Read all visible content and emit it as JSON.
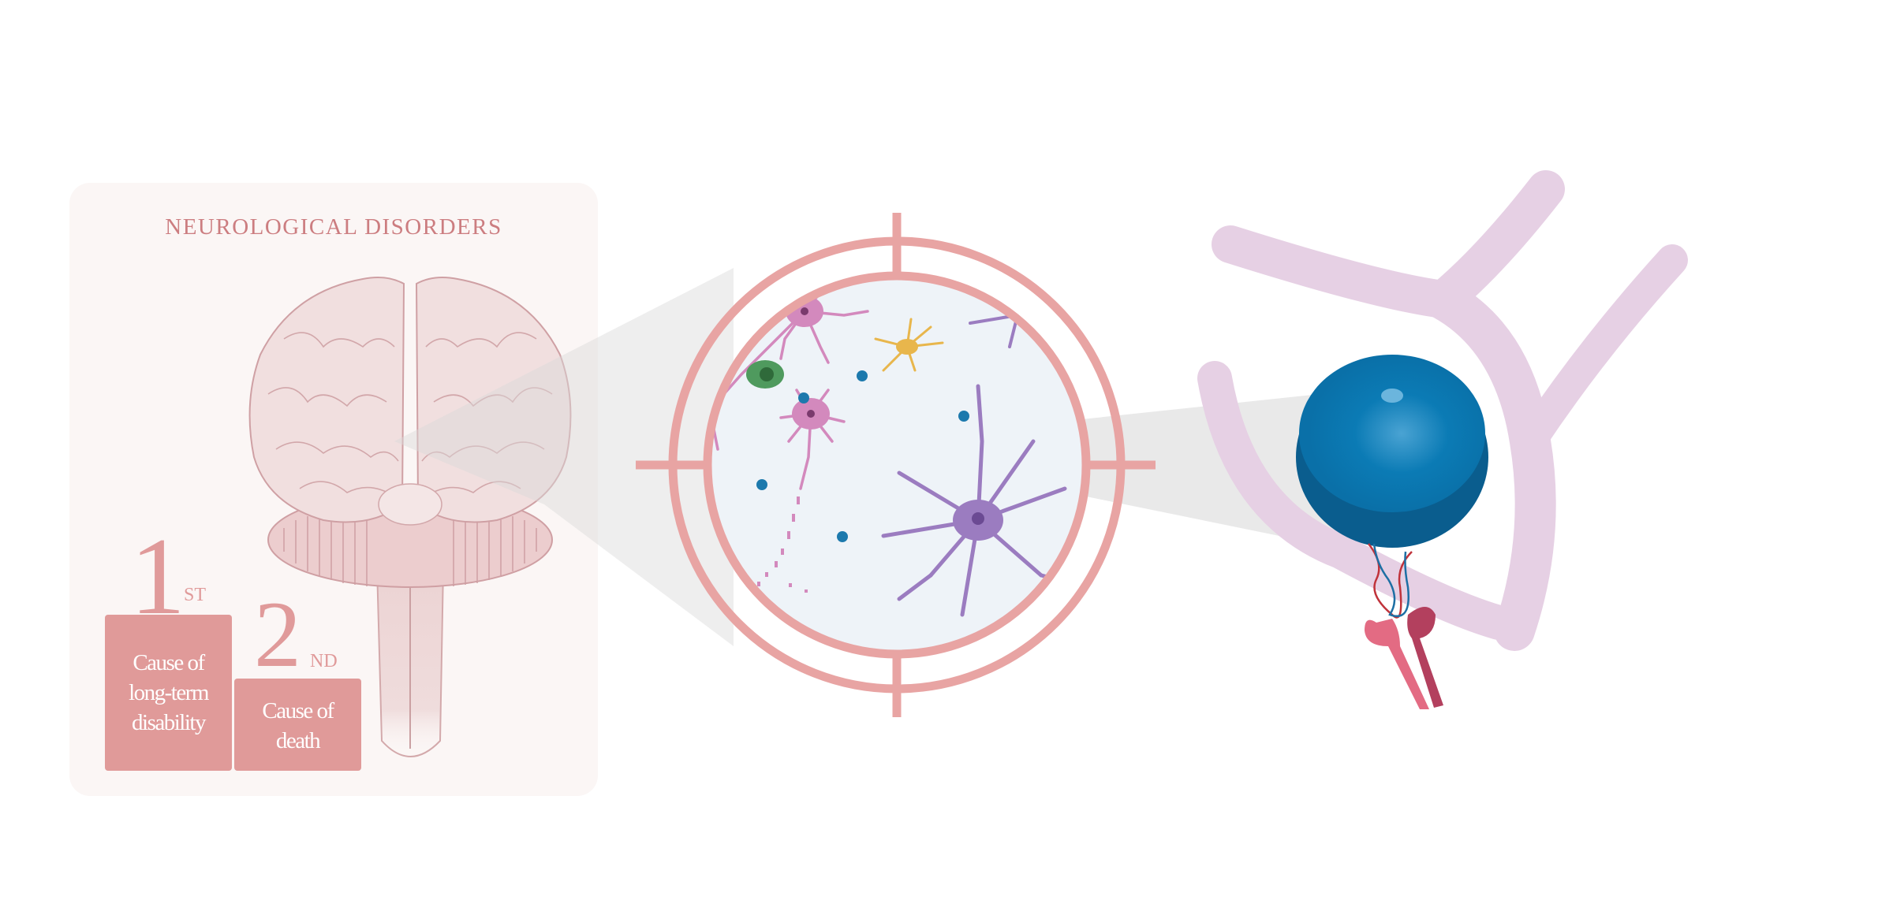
{
  "figure": {
    "left_panel": {
      "title": "NEUROLOGICAL DISORDERS",
      "rankings": [
        {
          "number": "1",
          "suffix": "ST",
          "label": "Cause of long-term disability",
          "lines": [
            "Cause of",
            "long-term",
            "disability"
          ]
        },
        {
          "number": "2",
          "suffix": "ND",
          "label": "Cause of death",
          "lines": [
            "Cause of",
            "death"
          ]
        }
      ],
      "illustration": "brain-frontal-view"
    },
    "center": {
      "illustration": "target-reticle-with-neural-cells",
      "cell_types": [
        "neuron",
        "degenerating-neuron",
        "astrocyte",
        "oligodendrocyte",
        "microglia",
        "nanoparticle"
      ]
    },
    "right": {
      "illustration": "blood-vessel-with-nanoparticle-aptamer-receptor",
      "elements": [
        "blood-vessel",
        "nanoparticle",
        "aptamer-dna",
        "receptor"
      ]
    },
    "colors": {
      "accent_pink": "#e09a99",
      "title_pink": "#cc7d80",
      "panel_bg": "#fbf6f5",
      "reticle": "#e8a4a3",
      "nanoparticle_blue": "#0b7bb5",
      "vessel_lilac": "#e6d0e4",
      "neuron_purple": "#9b7cc0",
      "neuron_pink": "#d389bd",
      "oligodendrocyte_green": "#4f9a5e",
      "astrocyte_yellow": "#e8b64c"
    }
  }
}
